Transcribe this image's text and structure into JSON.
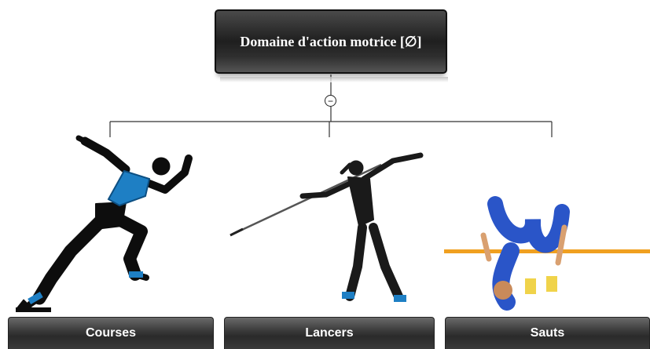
{
  "root": {
    "label": "Domaine d'action motrice [∅]",
    "toggle_symbol": "⊖"
  },
  "children": [
    {
      "label": "Courses",
      "icon": "sprinter-illustration"
    },
    {
      "label": "Lancers",
      "icon": "javelin-thrower-illustration"
    },
    {
      "label": "Sauts",
      "icon": "high-jumper-illustration"
    }
  ],
  "colors": {
    "node_dark": "#2b2b2b",
    "node_text": "#ffffff",
    "connector": "#333333",
    "bar": "#f0a020",
    "sport_blue": "#1e7fc4"
  }
}
